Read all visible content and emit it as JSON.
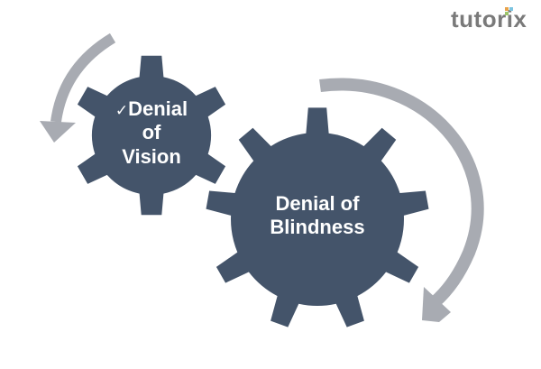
{
  "logo": {
    "text": "tutorix"
  },
  "small_gear": {
    "check": "✓",
    "line1": "Denial",
    "line2": "of",
    "line3": "Vision",
    "color": "#44546a"
  },
  "big_gear": {
    "line1": "Denial of",
    "line2": "Blindness",
    "color": "#44546a"
  },
  "arrows": {
    "color": "#a8abb2"
  }
}
